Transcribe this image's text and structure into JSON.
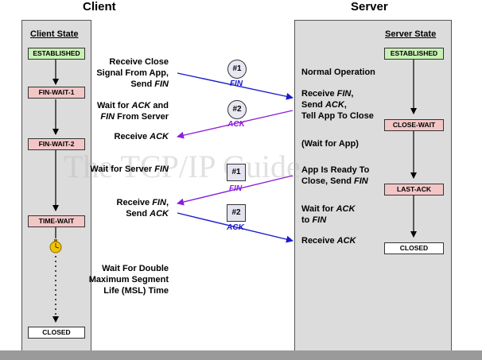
{
  "headers": {
    "client": "Client",
    "server": "Server"
  },
  "client": {
    "title": "Client State",
    "states": [
      "ESTABLISHED",
      "FIN-WAIT-1",
      "FIN-WAIT-2",
      "TIME-WAIT",
      "CLOSED"
    ]
  },
  "server": {
    "title": "Server State",
    "states": [
      "ESTABLISHED",
      "CLOSE-WAIT",
      "LAST-ACK",
      "CLOSED"
    ]
  },
  "client_labels": {
    "receive_close": {
      "l1": "Receive Close",
      "l2": "Signal From App,",
      "l3a": "Send ",
      "l3b": "FIN"
    },
    "wait_ack_fin": {
      "l1a": "Wait for ",
      "l1b": "ACK",
      "l1c": " and",
      "l2a": "FIN",
      "l2b": " From Server"
    },
    "receive_ack": {
      "a": "Receive ",
      "b": "ACK"
    },
    "wait_server_fin": {
      "a": "Wait for Server ",
      "b": "FIN"
    },
    "receive_fin_send_ack": {
      "l1a": "Receive ",
      "l1b": "FIN",
      "l1c": ",",
      "l2a": "Send ",
      "l2b": "ACK"
    },
    "wait_double": {
      "l1": "Wait For Double",
      "l2": "Maximum Segment",
      "l3": "Life (MSL) Time"
    }
  },
  "server_labels": {
    "normal": "Normal Operation",
    "receive_fin": {
      "l1a": "Receive ",
      "l1b": "FIN",
      "l1c": ",",
      "l2a": "Send ",
      "l2b": "ACK",
      "l2c": ",",
      "l3": "Tell App To Close"
    },
    "wait_app": "(Wait for App)",
    "app_ready": {
      "l1": "App Is Ready To",
      "l2a": "Close, Send ",
      "l2b": "FIN"
    },
    "wait_ack_fin": {
      "l1a": "Wait for ",
      "l1b": "ACK",
      "l2a": "to ",
      "l2b": "FIN"
    },
    "receive_ack": {
      "a": "Receive ",
      "b": "ACK"
    }
  },
  "segments": [
    {
      "num": "#1",
      "label": "FIN",
      "color": "#1a1ad0"
    },
    {
      "num": "#2",
      "label": "ACK",
      "color": "#8a20d8"
    },
    {
      "num": "#1",
      "label": "FIN",
      "color": "#8a20d8"
    },
    {
      "num": "#2",
      "label": "ACK",
      "color": "#1a1ad0"
    }
  ],
  "watermark": "The TCP/IP Guide"
}
